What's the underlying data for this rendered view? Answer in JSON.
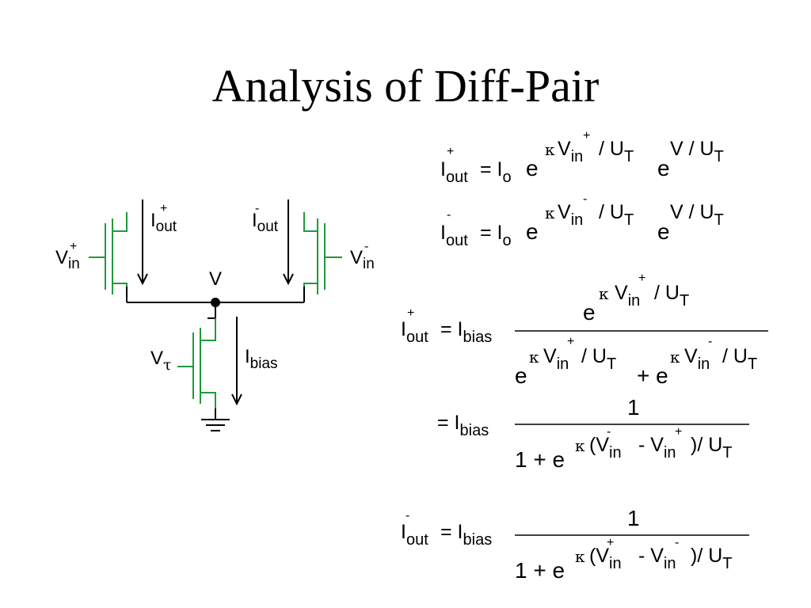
{
  "slide": {
    "title": "Analysis of Diff-Pair"
  },
  "circuit": {
    "labels": {
      "vin_plus_base": "V",
      "vin_plus_sub": "in",
      "vin_plus_sup": "+",
      "vin_minus_base": "V",
      "vin_minus_sub": "in",
      "vin_minus_sup": "-",
      "iout_plus_base": "I",
      "iout_plus_sub": "out",
      "iout_plus_sup": "+",
      "iout_minus_base": "I",
      "iout_minus_sub": "out",
      "iout_minus_sup": "-",
      "node_v": "V",
      "vtau_base": "V",
      "vtau_sub": "τ",
      "ibias_base": "I",
      "ibias_sub": "bias"
    },
    "colors": {
      "transistor": "#1f9a3a",
      "wire": "#000000"
    }
  },
  "equations": {
    "eq1": {
      "lhs_base": "I",
      "lhs_sub": "out",
      "lhs_sup": "+",
      "eq_i": "= I",
      "i_sub": "o",
      "e1": "e",
      "kappa": "κ",
      "exp1_v": "V",
      "exp1_sub": "in",
      "exp1_sup": "+",
      "exp1_rest": "/ U",
      "exp1_ut": "T",
      "e2": "e",
      "exp2_v": "V / U",
      "exp2_ut": "T"
    },
    "eq2": {
      "lhs_base": "I",
      "lhs_sub": "out",
      "lhs_sup": "-",
      "eq_i": "= I",
      "i_sub": "o",
      "e1": "e",
      "kappa": "κ",
      "exp1_v": "V",
      "exp1_sub": "in",
      "exp1_sup": "-",
      "exp1_rest": "/ U",
      "exp1_ut": "T",
      "e2": "e",
      "exp2_v": "V / U",
      "exp2_ut": "T"
    },
    "eq3": {
      "lhs_base": "I",
      "lhs_sub": "out",
      "lhs_sup": "+",
      "eq_i": "= I",
      "i_sub": "bias",
      "num_e": "e",
      "num_kappa": "κ",
      "num_v": "V",
      "num_sub": "in",
      "num_sup": "+",
      "num_rest": "/ U",
      "num_ut": "T",
      "den_e1": "e",
      "den_kappa1": "κ",
      "den_v1": "V",
      "den_sub1": "in",
      "den_sup1": "+",
      "den_rest1": "/ U",
      "den_ut1": "T",
      "den_plus_e": "+ e",
      "den_kappa2": "κ",
      "den_v2": "V",
      "den_sub2": "in",
      "den_sup2": "-",
      "den_rest2": "/ U",
      "den_ut2": "T"
    },
    "eq4": {
      "eq_i": "= I",
      "i_sub": "bias",
      "num": "1",
      "den_1e": "1 + e",
      "kappa": "κ",
      "open": "(V",
      "v1_sub": "in",
      "v1_sup": "-",
      "minus": "- V",
      "v2_sub": "in",
      "v2_sup": "+",
      "close": ")/ U",
      "ut": "T"
    },
    "eq5": {
      "lhs_base": "I",
      "lhs_sub": "out",
      "lhs_sup": "-",
      "eq_i": "= I",
      "i_sub": "bias",
      "num": "1",
      "den_1e": "1 + e",
      "kappa": "κ",
      "open": "(V",
      "v1_sub": "in",
      "v1_sup": "+",
      "minus": "- V",
      "v2_sub": "in",
      "v2_sup": "-",
      "close": ")/ U",
      "ut": "T"
    }
  }
}
